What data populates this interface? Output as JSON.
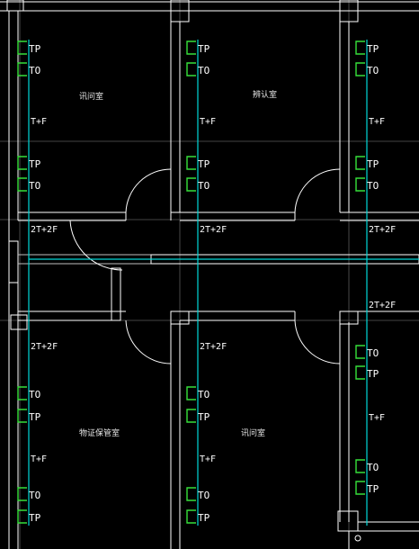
{
  "rooms": {
    "r1": "讯问室",
    "r2": "辨认室",
    "r3": "物证保管室",
    "r4": "讯问室"
  },
  "outlets": {
    "tp": "TP",
    "to": "TO",
    "tf": "T+F",
    "tt": "2T+2F"
  },
  "colors": {
    "background": "#000000",
    "walls": "#ffffff",
    "cable": "#00d8d8",
    "outlet_symbol": "#36e03a"
  }
}
